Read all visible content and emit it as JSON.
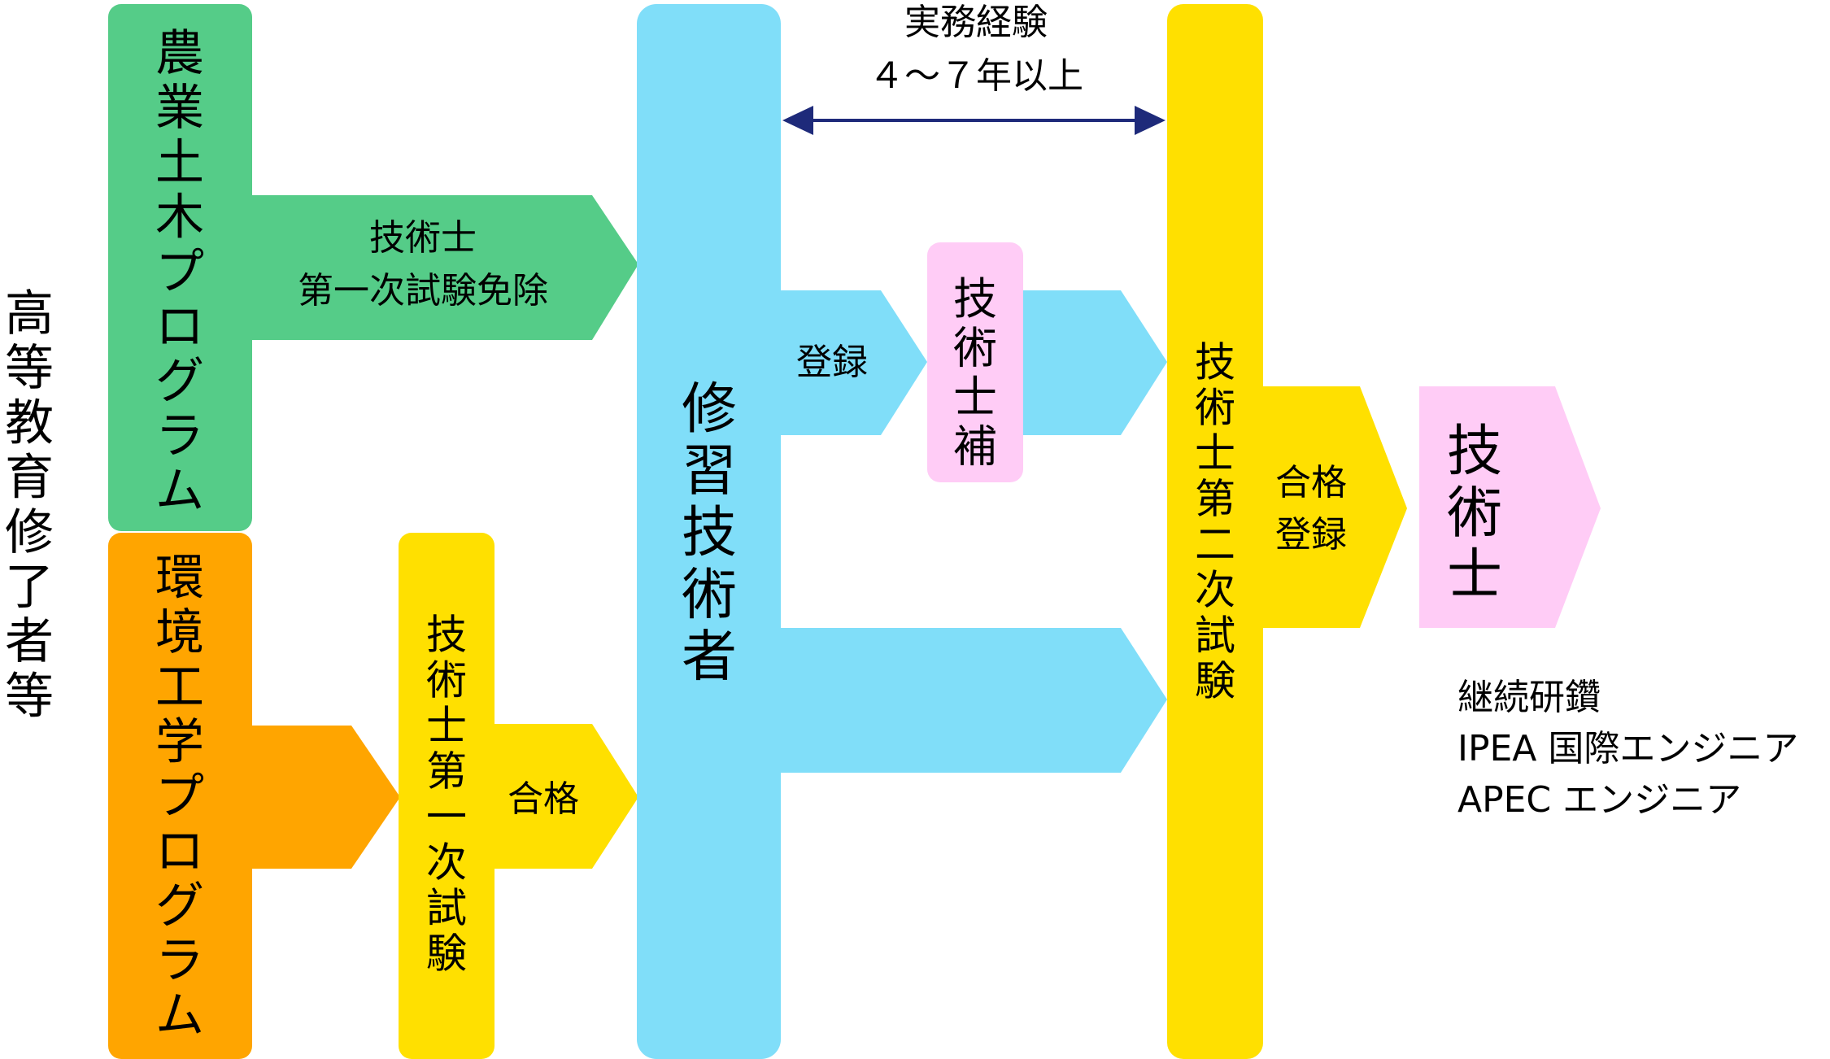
{
  "colors": {
    "green": "#55CC88",
    "orange": "#FFA500",
    "yellow": "#FFE000",
    "blue": "#80DEF9",
    "pink": "#FFCCF6",
    "arrow": "#1E2A7A"
  },
  "side_label": "高等教育修了者等",
  "agri_program": "農業土木プログラム",
  "env_program": "環境工学プログラム",
  "exemption": {
    "line1": "技術士",
    "line2": "第一次試験免除"
  },
  "first_exam": "技術士第一次試験",
  "first_pass": "合格",
  "trainee": "修習技術者",
  "experience": {
    "line1": "実務経験",
    "line2": "４～７年以上"
  },
  "registration": "登録",
  "assistant": "技術士補",
  "second_exam": "技術士第二次試験",
  "second_result": {
    "line1": "合格",
    "line2": "登録"
  },
  "engineer": "技術士",
  "further": {
    "line1": "継続研鑽",
    "line2": "IPEA 国際エンジニア",
    "line3": "APEC エンジニア"
  }
}
